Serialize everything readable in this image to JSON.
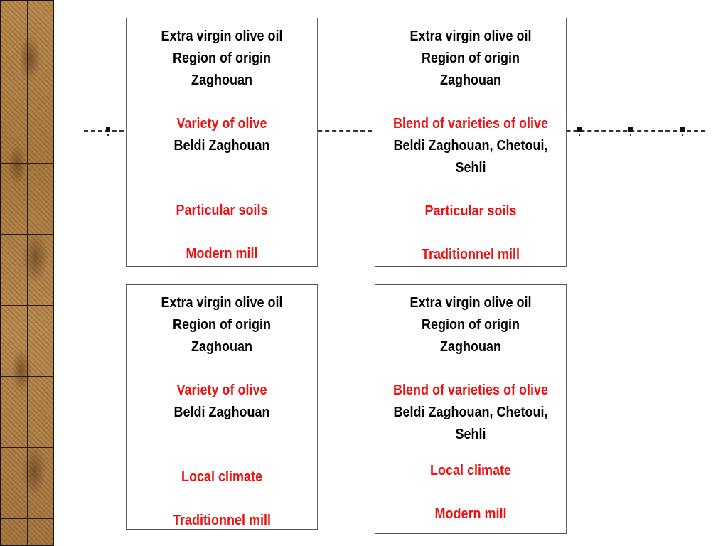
{
  "cards": [
    {
      "origin": [
        "Extra virgin olive oil",
        "Region of origin",
        "Zaghouan"
      ],
      "variety_heading": "Variety of olive",
      "variety_lines": [
        "Beldi Zaghouan"
      ],
      "factor": "Particular soils",
      "mill": "Modern mill"
    },
    {
      "origin": [
        "Extra virgin olive oil",
        "Region of origin",
        "Zaghouan"
      ],
      "variety_heading": "Blend of varieties of olive",
      "variety_lines": [
        "Beldi Zaghouan, Chetoui,",
        "Sehli"
      ],
      "factor": "Particular soils",
      "mill": "Traditionnel mill"
    },
    {
      "origin": [
        "Extra virgin olive oil",
        "Region of origin",
        "Zaghouan"
      ],
      "variety_heading": "Variety of olive",
      "variety_lines": [
        "Beldi Zaghouan"
      ],
      "factor": "Local climate",
      "mill": "Traditionnel mill"
    },
    {
      "origin": [
        "Extra virgin olive oil",
        "Region of origin",
        "Zaghouan"
      ],
      "variety_heading": "Blend of varieties of olive",
      "variety_lines": [
        "Beldi Zaghouan, Chetoui,",
        "Sehli"
      ],
      "factor": "Local climate",
      "mill": "Modern mill"
    }
  ],
  "colors": {
    "accent_red": "#ee1111",
    "text": "#000000",
    "border": "#555555"
  }
}
